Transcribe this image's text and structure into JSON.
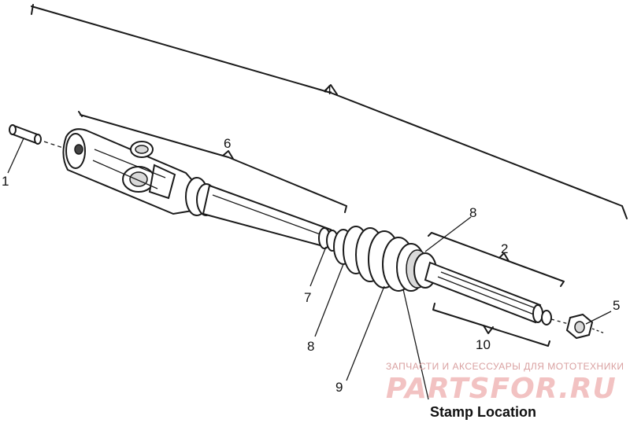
{
  "callouts": {
    "c1": "1",
    "c2": "2",
    "c4": "4",
    "c5": "5",
    "c6": "6",
    "c7": "7",
    "c8_top": "8",
    "c8_bottom": "8",
    "c9": "9",
    "c10": "10"
  },
  "stamp_location": "Stamp Location",
  "watermark": {
    "tagline": "ЗАПЧАСТИ И АКСЕССУАРЫ ДЛЯ МОТОТЕХНИКИ",
    "brand": "PARTSFOR.RU"
  },
  "colors": {
    "ink": "#1a1a1a",
    "watermark": "#f2c2c2"
  }
}
